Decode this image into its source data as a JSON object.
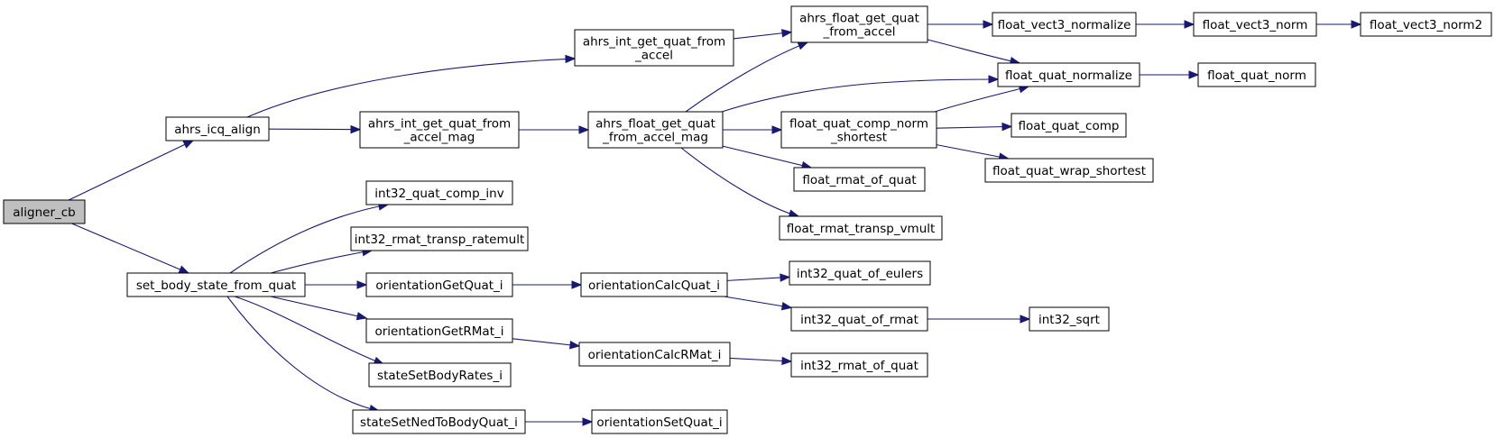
{
  "nodes": {
    "aligner_cb": [
      "aligner_cb"
    ],
    "ahrs_icq_align": [
      "ahrs_icq_align"
    ],
    "set_body_state_from_quat": [
      "set_body_state_from_quat"
    ],
    "ahrs_int_get_quat_from_accel": [
      "ahrs_int_get_quat_from",
      "_accel"
    ],
    "ahrs_int_get_quat_from_accel_mag": [
      "ahrs_int_get_quat_from",
      "_accel_mag"
    ],
    "ahrs_float_get_quat_from_accel": [
      "ahrs_float_get_quat",
      "_from_accel"
    ],
    "ahrs_float_get_quat_from_accel_mag": [
      "ahrs_float_get_quat",
      "_from_accel_mag"
    ],
    "float_vect3_normalize": [
      "float_vect3_normalize"
    ],
    "float_vect3_norm": [
      "float_vect3_norm"
    ],
    "float_vect3_norm2": [
      "float_vect3_norm2"
    ],
    "float_quat_normalize": [
      "float_quat_normalize"
    ],
    "float_quat_norm": [
      "float_quat_norm"
    ],
    "float_quat_comp_norm_shortest": [
      "float_quat_comp_norm",
      "_shortest"
    ],
    "float_quat_comp": [
      "float_quat_comp"
    ],
    "float_quat_wrap_shortest": [
      "float_quat_wrap_shortest"
    ],
    "float_rmat_of_quat": [
      "float_rmat_of_quat"
    ],
    "float_rmat_transp_vmult": [
      "float_rmat_transp_vmult"
    ],
    "int32_quat_comp_inv": [
      "int32_quat_comp_inv"
    ],
    "int32_rmat_transp_ratemult": [
      "int32_rmat_transp_ratemult"
    ],
    "orientationGetQuat_i": [
      "orientationGetQuat_i"
    ],
    "orientationCalcQuat_i": [
      "orientationCalcQuat_i"
    ],
    "int32_quat_of_eulers": [
      "int32_quat_of_eulers"
    ],
    "int32_quat_of_rmat": [
      "int32_quat_of_rmat"
    ],
    "int32_sqrt": [
      "int32_sqrt"
    ],
    "orientationGetRMat_i": [
      "orientationGetRMat_i"
    ],
    "orientationCalcRMat_i": [
      "orientationCalcRMat_i"
    ],
    "int32_rmat_of_quat": [
      "int32_rmat_of_quat"
    ],
    "stateSetBodyRates_i": [
      "stateSetBodyRates_i"
    ],
    "stateSetNedToBodyQuat_i": [
      "stateSetNedToBodyQuat_i"
    ],
    "orientationSetQuat_i": [
      "orientationSetQuat_i"
    ]
  },
  "edges": [
    [
      "aligner_cb",
      "ahrs_icq_align"
    ],
    [
      "aligner_cb",
      "set_body_state_from_quat"
    ],
    [
      "ahrs_icq_align",
      "ahrs_int_get_quat_from_accel"
    ],
    [
      "ahrs_icq_align",
      "ahrs_int_get_quat_from_accel_mag"
    ],
    [
      "ahrs_int_get_quat_from_accel",
      "ahrs_float_get_quat_from_accel"
    ],
    [
      "ahrs_int_get_quat_from_accel_mag",
      "ahrs_float_get_quat_from_accel_mag"
    ],
    [
      "ahrs_float_get_quat_from_accel",
      "float_vect3_normalize"
    ],
    [
      "ahrs_float_get_quat_from_accel",
      "float_quat_normalize"
    ],
    [
      "float_vect3_normalize",
      "float_vect3_norm"
    ],
    [
      "float_vect3_norm",
      "float_vect3_norm2"
    ],
    [
      "float_quat_normalize",
      "float_quat_norm"
    ],
    [
      "ahrs_float_get_quat_from_accel_mag",
      "ahrs_float_get_quat_from_accel"
    ],
    [
      "ahrs_float_get_quat_from_accel_mag",
      "float_quat_normalize"
    ],
    [
      "ahrs_float_get_quat_from_accel_mag",
      "float_quat_comp_norm_shortest"
    ],
    [
      "ahrs_float_get_quat_from_accel_mag",
      "float_rmat_of_quat"
    ],
    [
      "ahrs_float_get_quat_from_accel_mag",
      "float_rmat_transp_vmult"
    ],
    [
      "float_quat_comp_norm_shortest",
      "float_quat_normalize"
    ],
    [
      "float_quat_comp_norm_shortest",
      "float_quat_comp"
    ],
    [
      "float_quat_comp_norm_shortest",
      "float_quat_wrap_shortest"
    ],
    [
      "set_body_state_from_quat",
      "int32_quat_comp_inv"
    ],
    [
      "set_body_state_from_quat",
      "int32_rmat_transp_ratemult"
    ],
    [
      "set_body_state_from_quat",
      "orientationGetQuat_i"
    ],
    [
      "set_body_state_from_quat",
      "orientationGetRMat_i"
    ],
    [
      "set_body_state_from_quat",
      "stateSetBodyRates_i"
    ],
    [
      "set_body_state_from_quat",
      "stateSetNedToBodyQuat_i"
    ],
    [
      "orientationGetQuat_i",
      "orientationCalcQuat_i"
    ],
    [
      "orientationCalcQuat_i",
      "int32_quat_of_eulers"
    ],
    [
      "orientationCalcQuat_i",
      "int32_quat_of_rmat"
    ],
    [
      "int32_quat_of_rmat",
      "int32_sqrt"
    ],
    [
      "orientationGetRMat_i",
      "orientationCalcRMat_i"
    ],
    [
      "orientationCalcRMat_i",
      "int32_rmat_of_quat"
    ],
    [
      "stateSetNedToBodyQuat_i",
      "orientationSetQuat_i"
    ]
  ],
  "colors": {
    "edge": "#191970",
    "root_fill": "#bfbfbf",
    "node_fill": "#ffffff",
    "node_stroke": "#000000"
  }
}
